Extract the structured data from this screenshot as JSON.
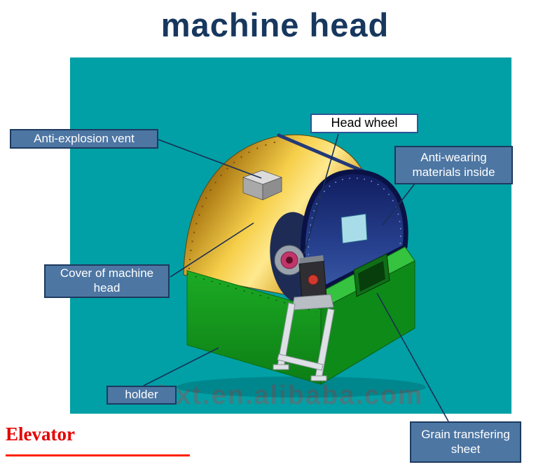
{
  "title": "machine head",
  "watermark": "hxt.en.alibaba.com",
  "brand": {
    "name": "Elevator"
  },
  "callouts": {
    "anti_explosion_vent": "Anti-explosion vent",
    "head_wheel": "Head wheel",
    "anti_wearing_materials": "Anti-wearing materials inside",
    "cover_of_machine_head": "Cover of machine head",
    "holder": "holder",
    "grain_transfering_sheet": "Grain transfering sheet"
  },
  "colors": {
    "title_text": "#17375e",
    "canvas_background": "#00a0a6",
    "callout_box": "#4d76a3",
    "callout_border": "#1d3a5f",
    "callout_text": "#ffffff",
    "head_wheel_box": "#ffffff",
    "head_wheel_text": "#000000",
    "brand_red": "#e60000",
    "watermark_gray": "#5f6e73",
    "machine_cover_gold": "#f6cf4a",
    "machine_base_green": "#17a021",
    "machine_end_plate_navy": "#27418f"
  }
}
